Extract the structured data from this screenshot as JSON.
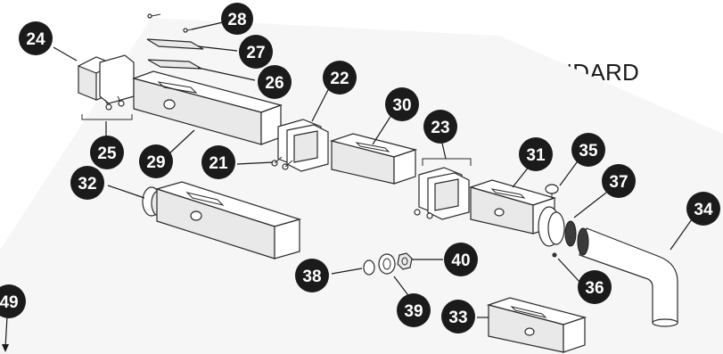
{
  "header": {
    "title": "NON-STANDARD"
  },
  "callouts": [
    {
      "id": "c24",
      "label": "24"
    },
    {
      "id": "c28",
      "label": "28"
    },
    {
      "id": "c27",
      "label": "27"
    },
    {
      "id": "c26",
      "label": "26"
    },
    {
      "id": "c22",
      "label": "22"
    },
    {
      "id": "c25",
      "label": "25"
    },
    {
      "id": "c29",
      "label": "29"
    },
    {
      "id": "c21",
      "label": "21"
    },
    {
      "id": "c30",
      "label": "30"
    },
    {
      "id": "c23",
      "label": "23"
    },
    {
      "id": "c31",
      "label": "31"
    },
    {
      "id": "c35",
      "label": "35"
    },
    {
      "id": "c37",
      "label": "37"
    },
    {
      "id": "c34",
      "label": "34"
    },
    {
      "id": "c32",
      "label": "32"
    },
    {
      "id": "c40",
      "label": "40"
    },
    {
      "id": "c38",
      "label": "38"
    },
    {
      "id": "c36",
      "label": "36"
    },
    {
      "id": "c39",
      "label": "39"
    },
    {
      "id": "c33",
      "label": "33"
    },
    {
      "id": "c49",
      "label": "49"
    }
  ]
}
